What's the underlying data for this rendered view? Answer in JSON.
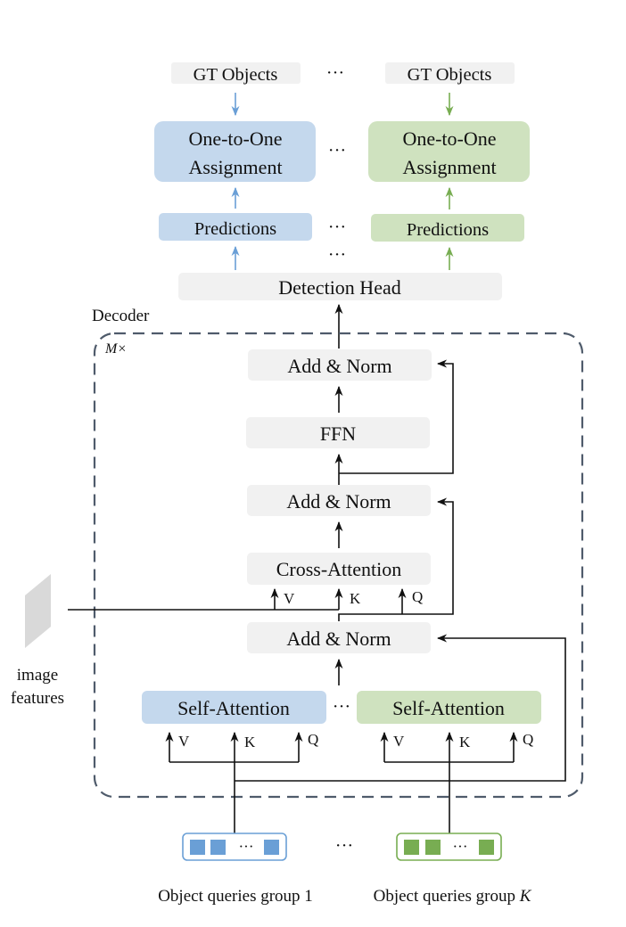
{
  "colors": {
    "gray_box": "#f1f1f1",
    "blue_box": "#c4d8ed",
    "green_box": "#cfe2bf",
    "blue_accent": "#6a9fd6",
    "green_accent": "#78ad52",
    "dashed_border": "#4f5b6b",
    "feature_map": "#d9d9d9"
  },
  "top": {
    "gt_objects_left": "GT Objects",
    "gt_objects_right": "GT Objects",
    "assignment_left": [
      "One-to-One",
      "Assignment"
    ],
    "assignment_right": [
      "One-to-One",
      "Assignment"
    ],
    "predictions_left": "Predictions",
    "predictions_right": "Predictions",
    "detection_head": "Detection Head",
    "ellipsis": "···"
  },
  "decoder": {
    "label": "Decoder",
    "repeat_label": "M×",
    "add_norm_top": "Add & Norm",
    "ffn": "FFN",
    "add_norm_middle": "Add & Norm",
    "cross_attention": "Cross-Attention",
    "cross_inputs": [
      "V",
      "K",
      "Q"
    ],
    "add_norm_bottom": "Add & Norm",
    "self_attention_left": "Self-Attention",
    "self_attention_right": "Self-Attention",
    "self_inputs_left": [
      "V",
      "K",
      "Q"
    ],
    "self_inputs_right": [
      "V",
      "K",
      "Q"
    ],
    "ellipsis": "···"
  },
  "image_features": {
    "label_line1": "image",
    "label_line2": "features"
  },
  "queries": {
    "group_left_label": "Object queries group 1",
    "group_right_label_prefix": "Object queries group ",
    "group_right_label_var": "K",
    "ellipsis": "···",
    "inner_ellipsis": "···"
  }
}
